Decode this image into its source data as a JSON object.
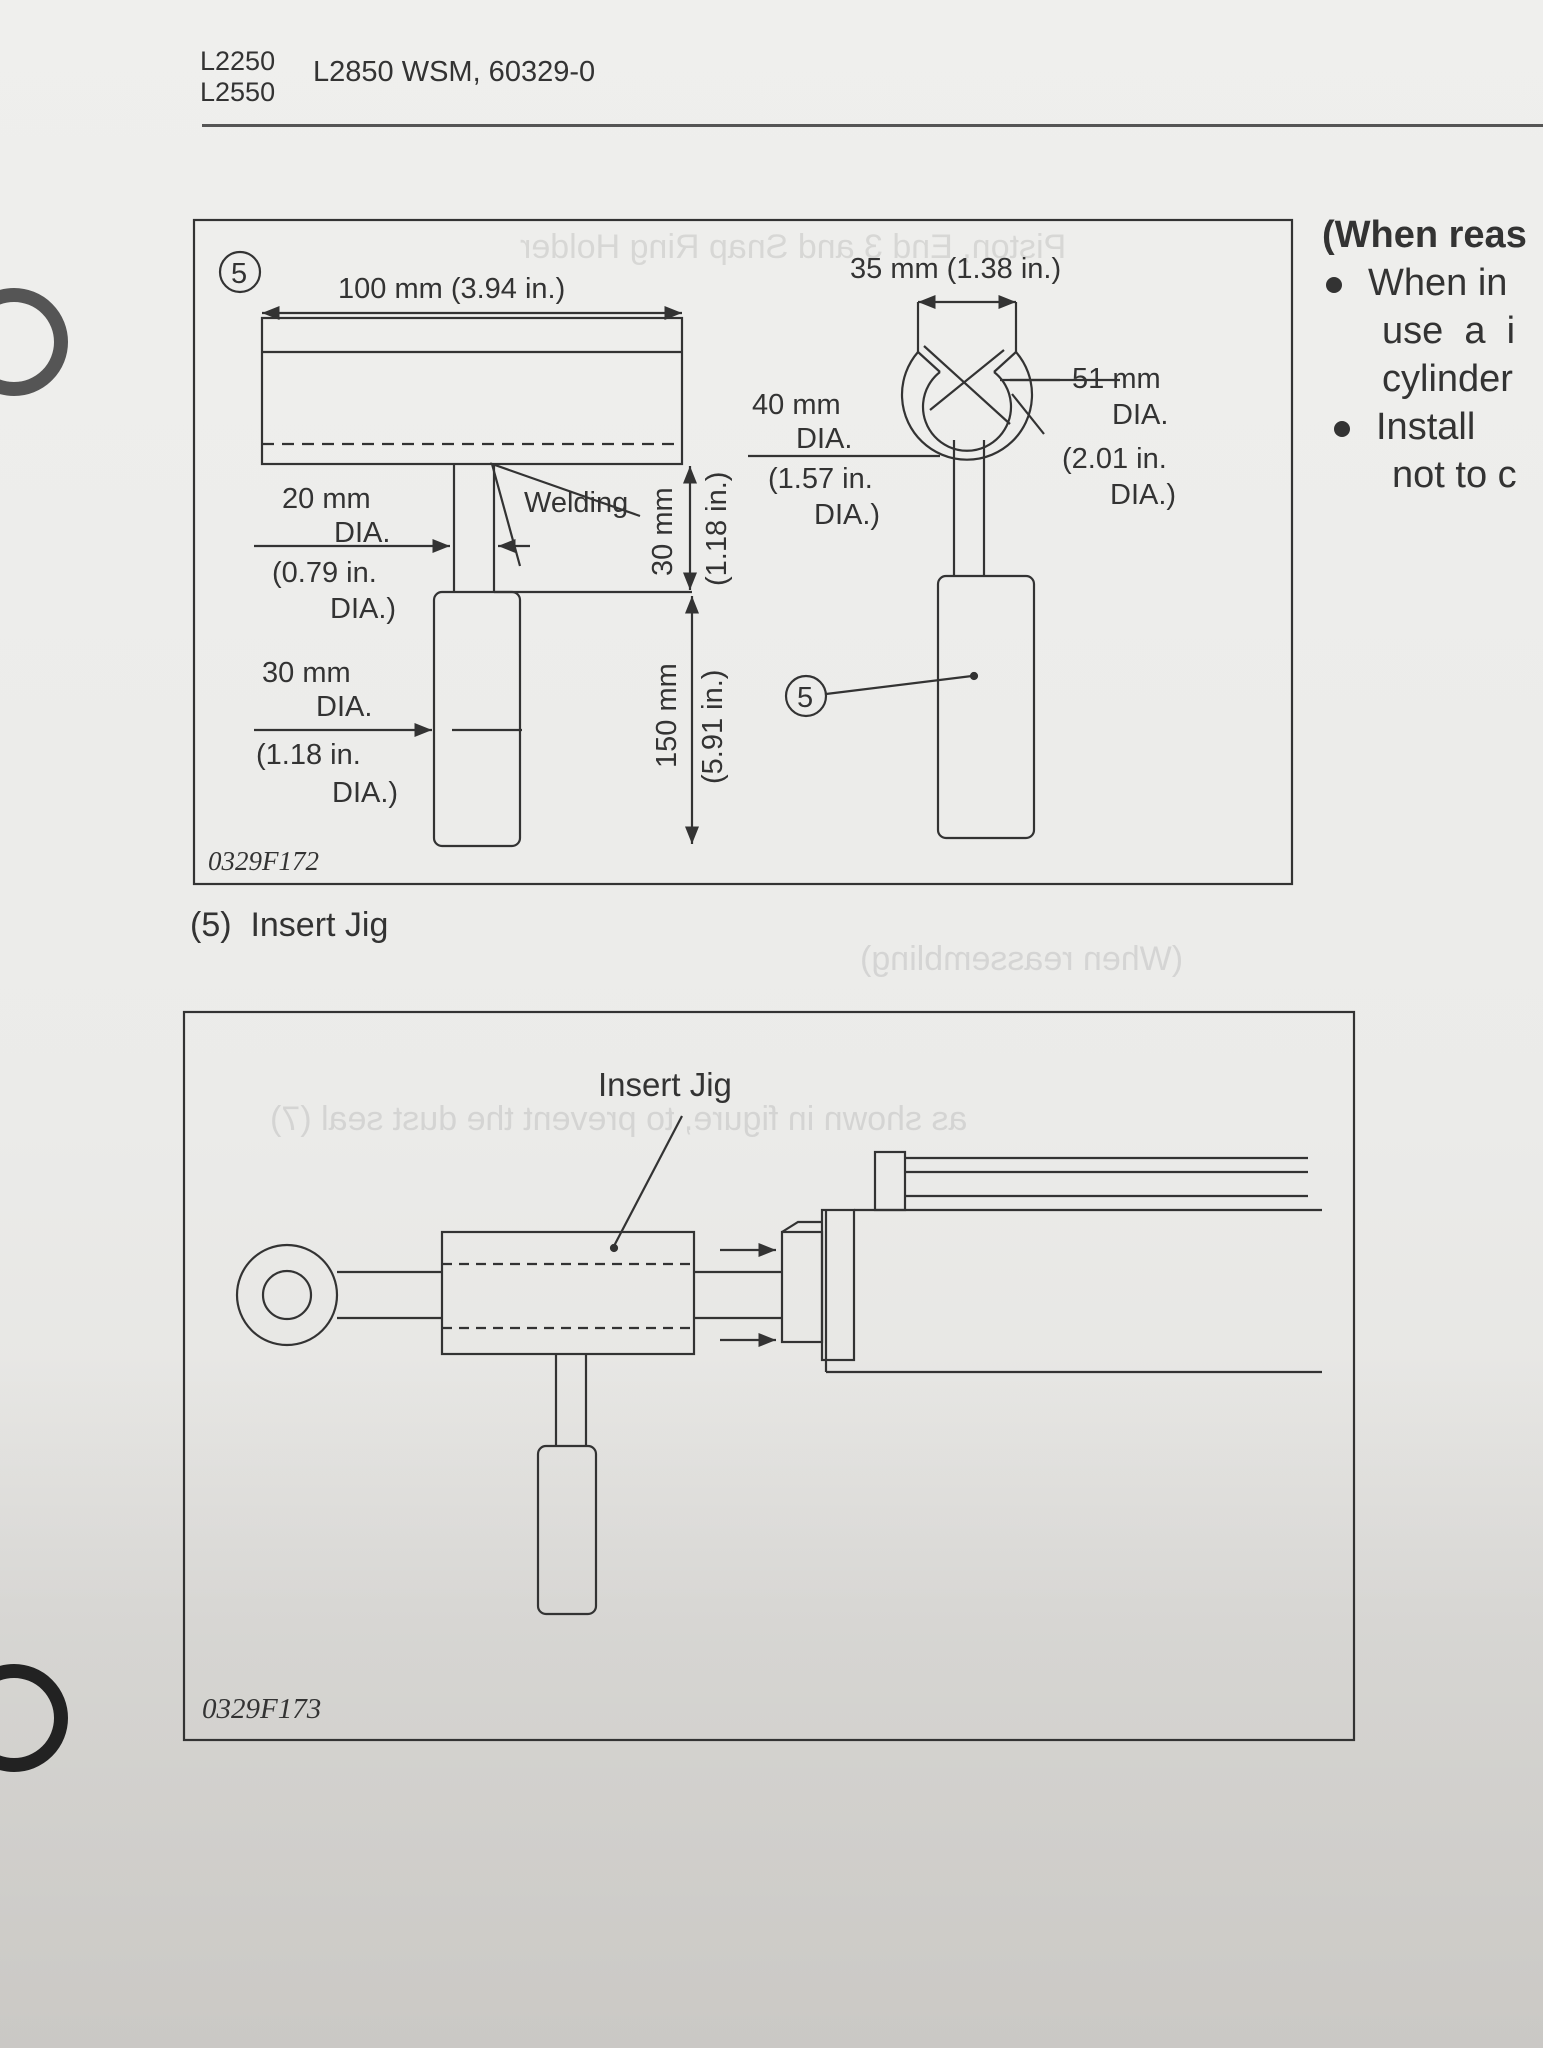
{
  "header": {
    "model_line1": "L2250",
    "model_line2": "L2550",
    "title": "L2850 WSM, 60329-0"
  },
  "figure1": {
    "callout": "5",
    "dim_width": "100 mm (3.94 in.)",
    "dim_slot": "35 mm (1.38 in.)",
    "dim_neck_dia_mm": "20 mm",
    "dim_neck_dia_unit": "DIA.",
    "dim_neck_dia_in": "(0.79 in.",
    "dim_neck_dia_in_unit": "DIA.)",
    "dim_handle_dia_mm": "30 mm",
    "dim_handle_dia_unit": "DIA.",
    "dim_handle_dia_in": "(1.18 in.",
    "dim_handle_dia_in_unit": "DIA.)",
    "welding": "Welding",
    "dim_neck_len_mm": "30 mm",
    "dim_neck_len_in": "(1.18 in.)",
    "dim_handle_len_mm": "150 mm",
    "dim_handle_len_in": "(5.91 in.)",
    "dim_inner_mm": "40 mm",
    "dim_inner_unit": "DIA.",
    "dim_inner_in": "(1.57 in.",
    "dim_inner_in_unit": "DIA.)",
    "dim_outer_mm": "51 mm",
    "dim_outer_unit": "DIA.",
    "dim_outer_in": "(2.01 in.",
    "dim_outer_in_unit": "DIA.)",
    "callout_side": "5",
    "code": "0329F172"
  },
  "caption": "(5)  Insert Jig",
  "figure2": {
    "label": "Insert Jig",
    "code": "0329F173"
  },
  "side_text": [
    "(When reas",
    "When in",
    "use  a  i",
    "cylinder",
    "Install",
    "not to c"
  ]
}
